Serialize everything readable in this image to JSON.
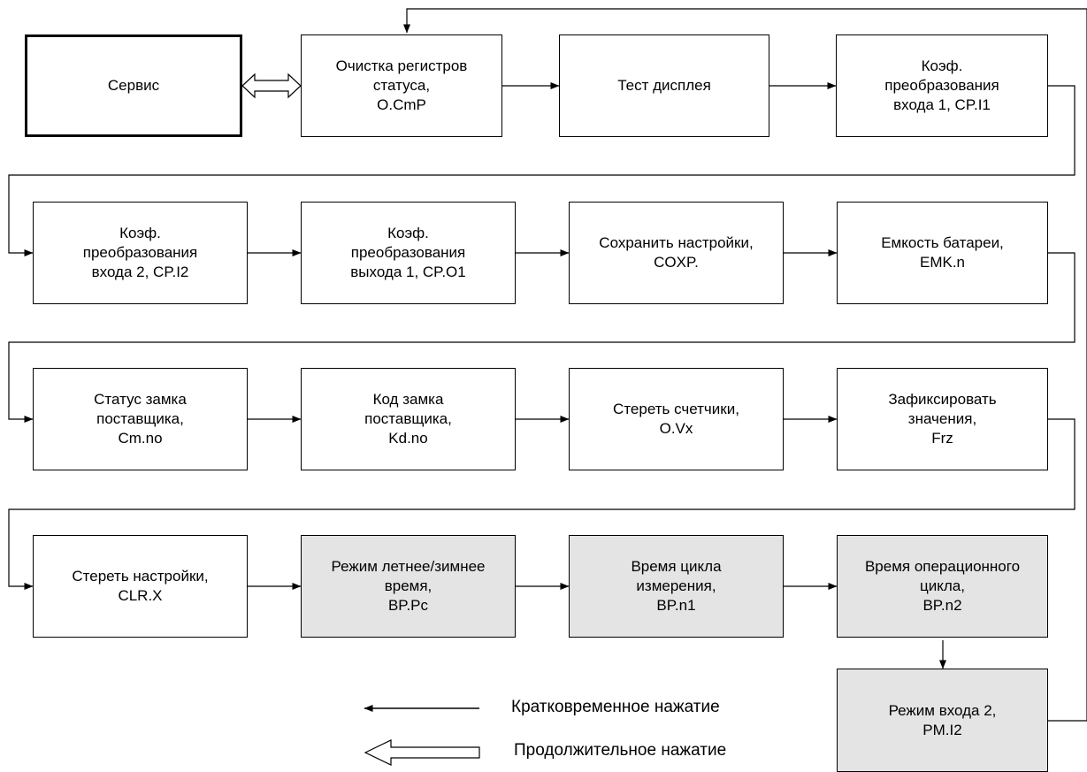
{
  "boxes": {
    "service": "Сервис",
    "clear_status": "Очистка регистров\nстатуса,\nO.CmP",
    "display_test": "Тест дисплея",
    "coef_in1": "Коэф.\nпреобразования\nвхода 1, CP.I1",
    "coef_in2": "Коэф.\nпреобразования\nвхода 2, CP.I2",
    "coef_out1": "Коэф.\nпреобразования\nвыхода 1, CP.O1",
    "save_settings": "Сохранить настройки,\nCOXP.",
    "battery": "Емкость батареи,\nEMK.n",
    "lock_status": "Статус замка\nпоставщика,\nCm.no",
    "lock_code": "Код замка\nпоставщика,\nKd.no",
    "erase_counters": "Стереть счетчики,\nO.Vx",
    "freeze": "Зафиксировать\nзначения,\nFrz",
    "erase_settings": "Стереть настройки,\nCLR.X",
    "dst_mode": "Режим летнее/зимнее\nвремя,\nBP.Pc",
    "meas_cycle": "Время цикла\nизмерения,\nBP.n1",
    "op_cycle": "Время операционного\nцикла,\nBP.n2",
    "input2_mode": "Режим входа 2,\nPM.I2"
  },
  "legend": {
    "short_press": "Кратковременное нажатие",
    "long_press": "Продолжительное нажатие"
  },
  "colors": {
    "line": "#000000",
    "shaded_box": "#e4e4e4"
  }
}
